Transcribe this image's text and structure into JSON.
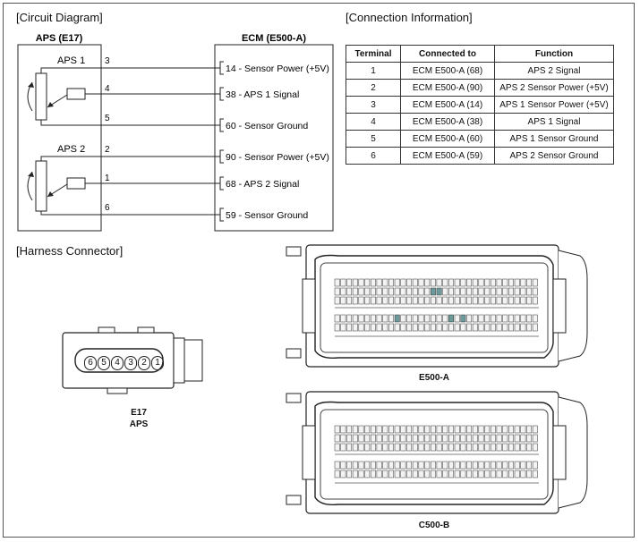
{
  "sections": {
    "circuit": "[Circuit Diagram]",
    "connection": "[Connection Information]",
    "harness": "[Harness Connector]"
  },
  "circuit": {
    "aps_title": "APS (E17)",
    "ecm_title": "ECM (E500-A)",
    "aps1_label": "APS 1",
    "aps2_label": "APS 2",
    "wires": [
      {
        "pin": "3",
        "ecm": "14 - Sensor Power (+5V)"
      },
      {
        "pin": "4",
        "ecm": "38 - APS 1 Signal"
      },
      {
        "pin": "5",
        "ecm": "60 - Sensor Ground"
      },
      {
        "pin": "2",
        "ecm": "90 - Sensor Power (+5V)"
      },
      {
        "pin": "1",
        "ecm": "68 - APS 2 Signal"
      },
      {
        "pin": "6",
        "ecm": "59 - Sensor Ground"
      }
    ]
  },
  "connection_table": {
    "headers": [
      "Terminal",
      "Connected to",
      "Function"
    ],
    "rows": [
      [
        "1",
        "ECM E500-A (68)",
        "APS 2 Signal"
      ],
      [
        "2",
        "ECM E500-A (90)",
        "APS 2 Sensor Power (+5V)"
      ],
      [
        "3",
        "ECM E500-A (14)",
        "APS 1 Sensor Power (+5V)"
      ],
      [
        "4",
        "ECM E500-A (38)",
        "APS 1 Signal"
      ],
      [
        "5",
        "ECM E500-A (60)",
        "APS 1 Sensor Ground"
      ],
      [
        "6",
        "ECM E500-A (59)",
        "APS 2 Sensor Ground"
      ]
    ]
  },
  "harness": {
    "pins": [
      "6",
      "5",
      "4",
      "3",
      "2",
      "1"
    ],
    "e17_label": "E17",
    "aps_label": "APS",
    "ecm_a_label": "E500-A",
    "ecm_b_label": "C500-B"
  }
}
